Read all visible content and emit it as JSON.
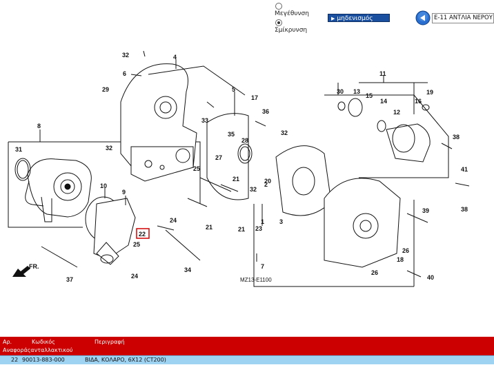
{
  "zoom": {
    "options": [
      {
        "label": "Μεγέθυνση",
        "checked": false
      },
      {
        "label": "Σμίκρυνση",
        "checked": true
      }
    ]
  },
  "reset_button": {
    "label": "μηδενισμός"
  },
  "page_title": "E-11 ΑΝΤΛΙΑ ΝΕΡΟΥ",
  "diagram": {
    "code": "MZ13-E1100",
    "callouts": [
      "1",
      "2",
      "3",
      "4",
      "5",
      "6",
      "7",
      "8",
      "9",
      "10",
      "11",
      "12",
      "13",
      "14",
      "15",
      "16",
      "17",
      "18",
      "19",
      "20",
      "21",
      "22",
      "23",
      "24",
      "25",
      "26",
      "27",
      "28",
      "29",
      "30",
      "31",
      "32",
      "33",
      "34",
      "35",
      "36",
      "37",
      "38",
      "39",
      "40",
      "41"
    ],
    "highlighted_callout": "22",
    "fr_label": "FR."
  },
  "table": {
    "headers": {
      "no": "Αρ.",
      "code": "Κωδικός",
      "desc": "Περιγραφή",
      "code_full": "Αναφοράςανταλλακτικού"
    },
    "rows": [
      {
        "no": "22",
        "code": "90013-883-000",
        "desc": "ΒΙΔΑ, ΚΟΛΑΡΟ, 6Χ12 (CT200)"
      }
    ]
  }
}
